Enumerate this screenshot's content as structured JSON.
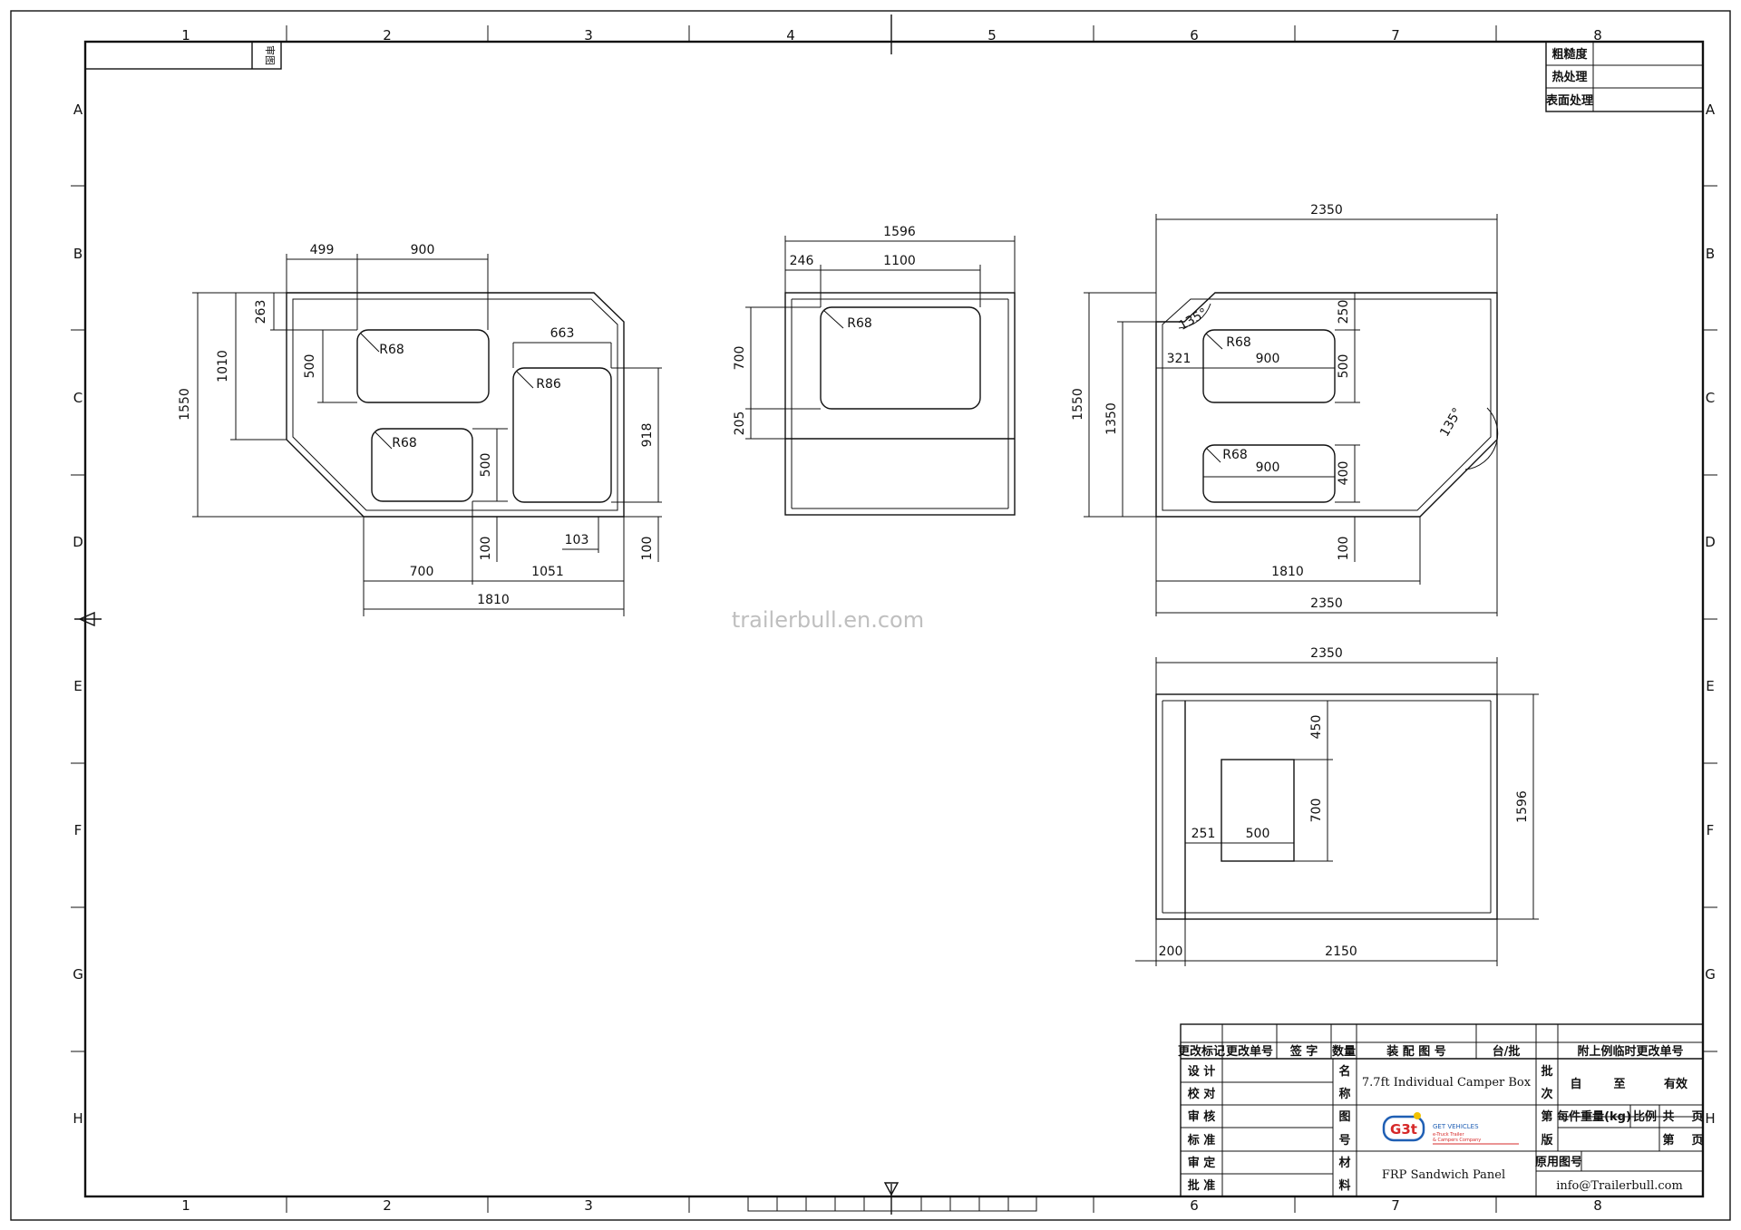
{
  "border": {
    "cols": [
      "1",
      "2",
      "3",
      "4",
      "5",
      "6",
      "7",
      "8"
    ],
    "rows": [
      "A",
      "B",
      "C",
      "D",
      "E",
      "F",
      "G",
      "H"
    ]
  },
  "top_left_cell": "审图",
  "top_right_table": [
    "粗糙度",
    "热处理",
    "表面处理"
  ],
  "watermark": "trailerbull.en.com",
  "views": {
    "v1": {
      "dims": [
        "499",
        "900",
        "263",
        "1010",
        "1550",
        "500",
        "R68",
        "663",
        "R86",
        "R68",
        "500",
        "918",
        "103",
        "100",
        "100",
        "700",
        "1051",
        "1810"
      ]
    },
    "v2": {
      "dims": [
        "1596",
        "246",
        "1100",
        "R68",
        "700",
        "205"
      ]
    },
    "v3": {
      "dims": [
        "2350",
        "135°",
        "250",
        "R68",
        "321",
        "900",
        "500",
        "1550",
        "1350",
        "135°",
        "R68",
        "900",
        "400",
        "100",
        "1810",
        "2350"
      ]
    },
    "v4": {
      "dims": [
        "2350",
        "450",
        "700",
        "1596",
        "251",
        "500",
        "200",
        "2150"
      ]
    }
  },
  "title_block": {
    "header": [
      "更改标记",
      "更改单号",
      "签 字",
      "数量",
      "装 配 图 号",
      "台/批",
      "附上例临时更改单号"
    ],
    "left_labels": [
      "设 计",
      "校 对",
      "审 核",
      "标 准",
      "审 定",
      "批 准"
    ],
    "name_label_chars": [
      "名",
      "称"
    ],
    "drawing_no_chars": [
      "图",
      "号"
    ],
    "material_chars": [
      "材",
      "料"
    ],
    "batch_chars": [
      "批",
      "次"
    ],
    "edition_chars": [
      "第",
      "版"
    ],
    "product_name": "7.7ft Individual Camper Box",
    "material": "FRP Sandwich Panel",
    "valid_from": "自",
    "valid_to": "至",
    "valid_suffix": "有效",
    "unit_weight": "每件重量(kg)",
    "scale": "比例",
    "total_pages": "共",
    "page_unit": "页",
    "page_no": "第",
    "page_unit2": "页",
    "orig_drawing_no": "原用图号",
    "email": "info@Trailerbull.com",
    "logo": {
      "mark": "G3t",
      "name": "GET VEHICLES",
      "tagline1": "e-Truck Trailer",
      "tagline2": "& Campers Company",
      "colors": {
        "blue": "#1f5fb4",
        "red": "#d62828",
        "yellow": "#f2c200"
      }
    }
  }
}
